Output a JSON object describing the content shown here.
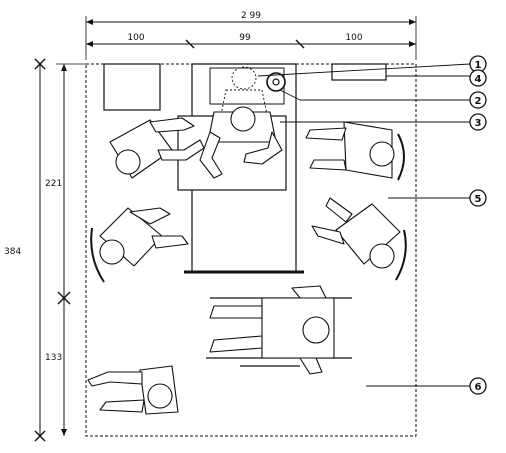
{
  "dimensions": {
    "overall_width": "2 99",
    "segments": [
      "100",
      "99",
      "100"
    ],
    "overall_height": "384",
    "height_segments": [
      "221",
      "133"
    ]
  },
  "callouts": [
    "1",
    "2",
    "3",
    "4",
    "5",
    "6"
  ]
}
